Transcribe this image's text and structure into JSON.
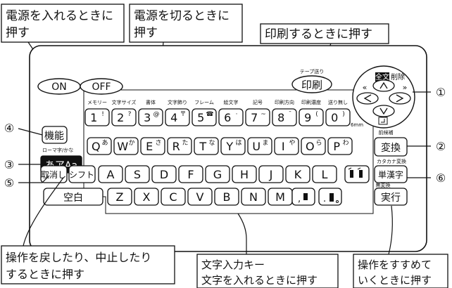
{
  "callouts": {
    "power_on": [
      "電源を入れるときに",
      "押す"
    ],
    "power_off": [
      "電源を切るときに",
      "押す"
    ],
    "print": "印刷するときに押す",
    "cancel": [
      "操作を戻したり、中止したり",
      "するときに押す"
    ],
    "char_keys": [
      "文字入力キー",
      "文字を入れるときに押す"
    ],
    "execute": [
      "操作をすすめて",
      "いくときに押す"
    ]
  },
  "keys": {
    "on": "ON",
    "off": "OFF",
    "print": "印刷",
    "print_small": "テープ送り",
    "kinou": "機能",
    "aa": "あアAa",
    "aa_small": "ローマ字/かな",
    "torikeshi": "取消し",
    "shift": "シフト",
    "space": "空白",
    "henkan": "変換",
    "henkan_small": "前候補",
    "tankanji": "単漢字",
    "tankanji_small": "カタカナ変換",
    "jikkou": "実行",
    "jikkou_small": "無変換",
    "zen": "全文",
    "sakujo": "削除",
    "cursor_left_guide": "«",
    "cursor_right_guide": "»",
    "size_label": "6mm"
  },
  "number_row_labels": [
    "メモリー",
    "文字サイズ",
    "書体",
    "文字飾り",
    "フレーム",
    "絵文字",
    "記号",
    "印刷方向",
    "印刷濃度",
    "送り無し"
  ],
  "number_keys": [
    {
      "main": "1",
      "sub": "!"
    },
    {
      "main": "2",
      "sub": "?"
    },
    {
      "main": "3",
      "sub": "@"
    },
    {
      "main": "4",
      "sub": "〒"
    },
    {
      "main": "5",
      "sub": "☎"
    },
    {
      "main": "6",
      "sub": "·"
    },
    {
      "main": "7",
      "sub": "~"
    },
    {
      "main": "8",
      "sub": "¯"
    },
    {
      "main": "9",
      "sub": "("
    },
    {
      "main": "0",
      "sub": ")"
    }
  ],
  "row_q": [
    {
      "main": "Q",
      "sub": "あ"
    },
    {
      "main": "W",
      "sub": "か"
    },
    {
      "main": "E",
      "sub": "さ"
    },
    {
      "main": "R",
      "sub": "た"
    },
    {
      "main": "T",
      "sub": "な"
    },
    {
      "main": "Y",
      "sub": "は"
    },
    {
      "main": "U",
      "sub": "ま"
    },
    {
      "main": "I",
      "sub": "や"
    },
    {
      "main": "O",
      "sub": "ら"
    },
    {
      "main": "P",
      "sub": "わ"
    }
  ],
  "row_a": [
    "A",
    "S",
    "D",
    "F",
    "G",
    "H",
    "J",
    "K",
    "L"
  ],
  "row_z": [
    "Z",
    "X",
    "C",
    "V",
    "B",
    "N",
    "M"
  ],
  "markers": [
    "①",
    "②",
    "③",
    "④",
    "⑤",
    "⑥"
  ]
}
